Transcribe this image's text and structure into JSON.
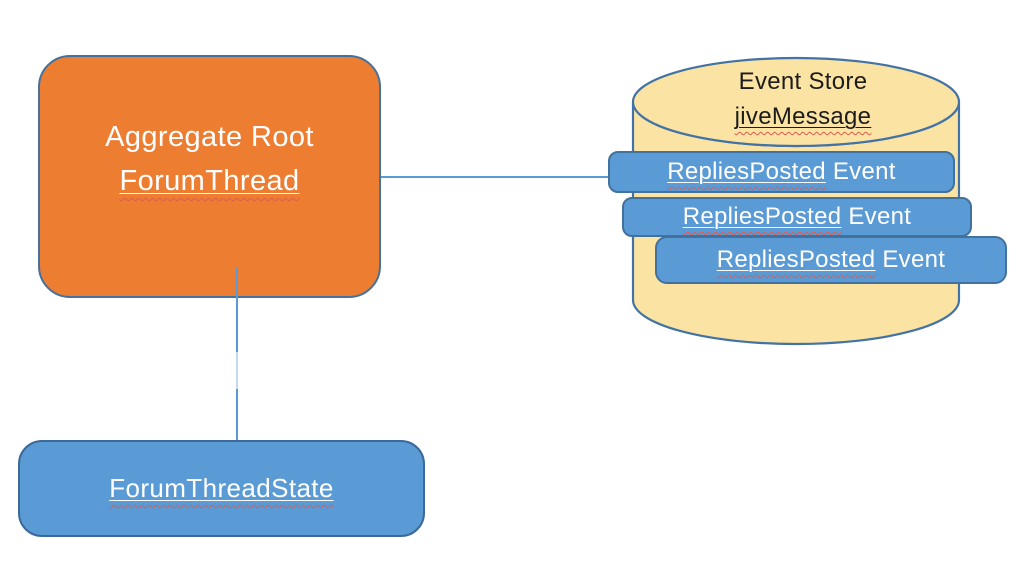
{
  "diagram": {
    "background": "#ffffff",
    "colors": {
      "orange_fill": "#ED7D31",
      "blue_fill": "#5B9BD5",
      "cylinder_fill": "#FBE3A3",
      "shape_border": "#41719C",
      "connector": "#5B9BD5",
      "squiggle_red": "#E05A4E",
      "text_light": "#FFFFFF",
      "text_dark": "#1C1C1C"
    },
    "aggregate_root": {
      "line1": "Aggregate Root",
      "line2_misspelled": "ForumThread"
    },
    "event_store": {
      "title_line1": "Event Store",
      "title_line2_misspelled": "jiveMessage",
      "events": [
        {
          "misspelled": "RepliesPosted",
          "rest": "Event"
        },
        {
          "misspelled": "RepliesPosted",
          "rest": "Event"
        },
        {
          "misspelled": "RepliesPosted",
          "rest": "Event"
        }
      ]
    },
    "state_box": {
      "label_misspelled": "ForumThreadState"
    }
  }
}
